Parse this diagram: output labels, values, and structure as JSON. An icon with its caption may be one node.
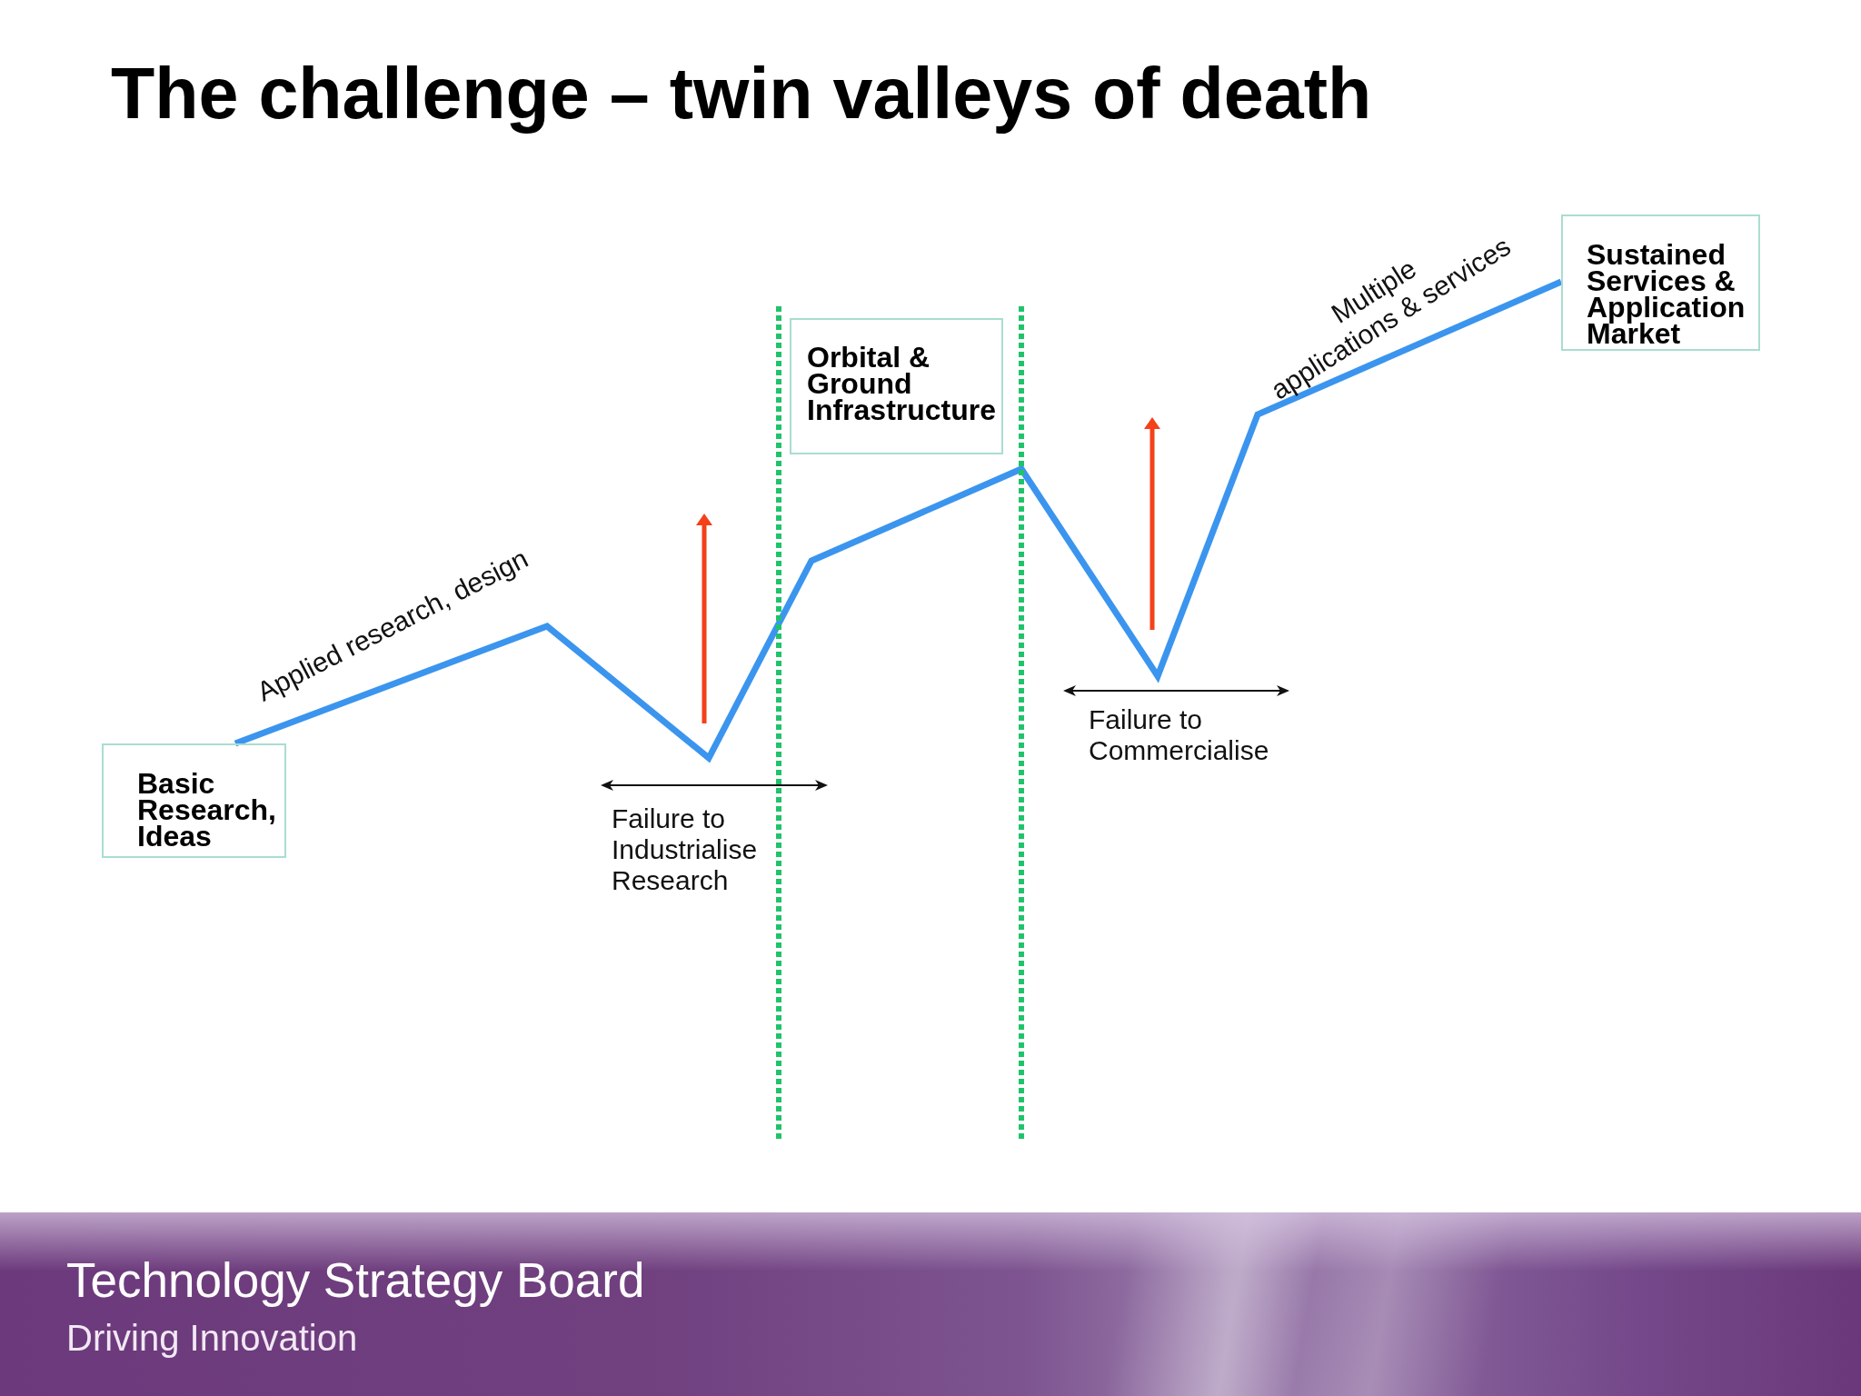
{
  "diagram": {
    "title": "The challenge – twin valleys of death",
    "nodes": [
      {
        "text": [
          "Basic Research, Ideas"
        ]
      },
      {
        "text": [
          "Orbital & Ground Infrastructure"
        ]
      },
      {
        "text": [
          "Sustained Services & Application Market"
        ]
      }
    ],
    "edges": [
      {
        "from": 0,
        "to": 2,
        "arrow": "none"
      }
    ],
    "labels": [
      "Applied research, design",
      "Failure to Industrialise Research",
      "Failure to Commercialise",
      "Multiple applications & services",
      "Technology Strategy Board",
      "Driving Innovation"
    ]
  }
}
